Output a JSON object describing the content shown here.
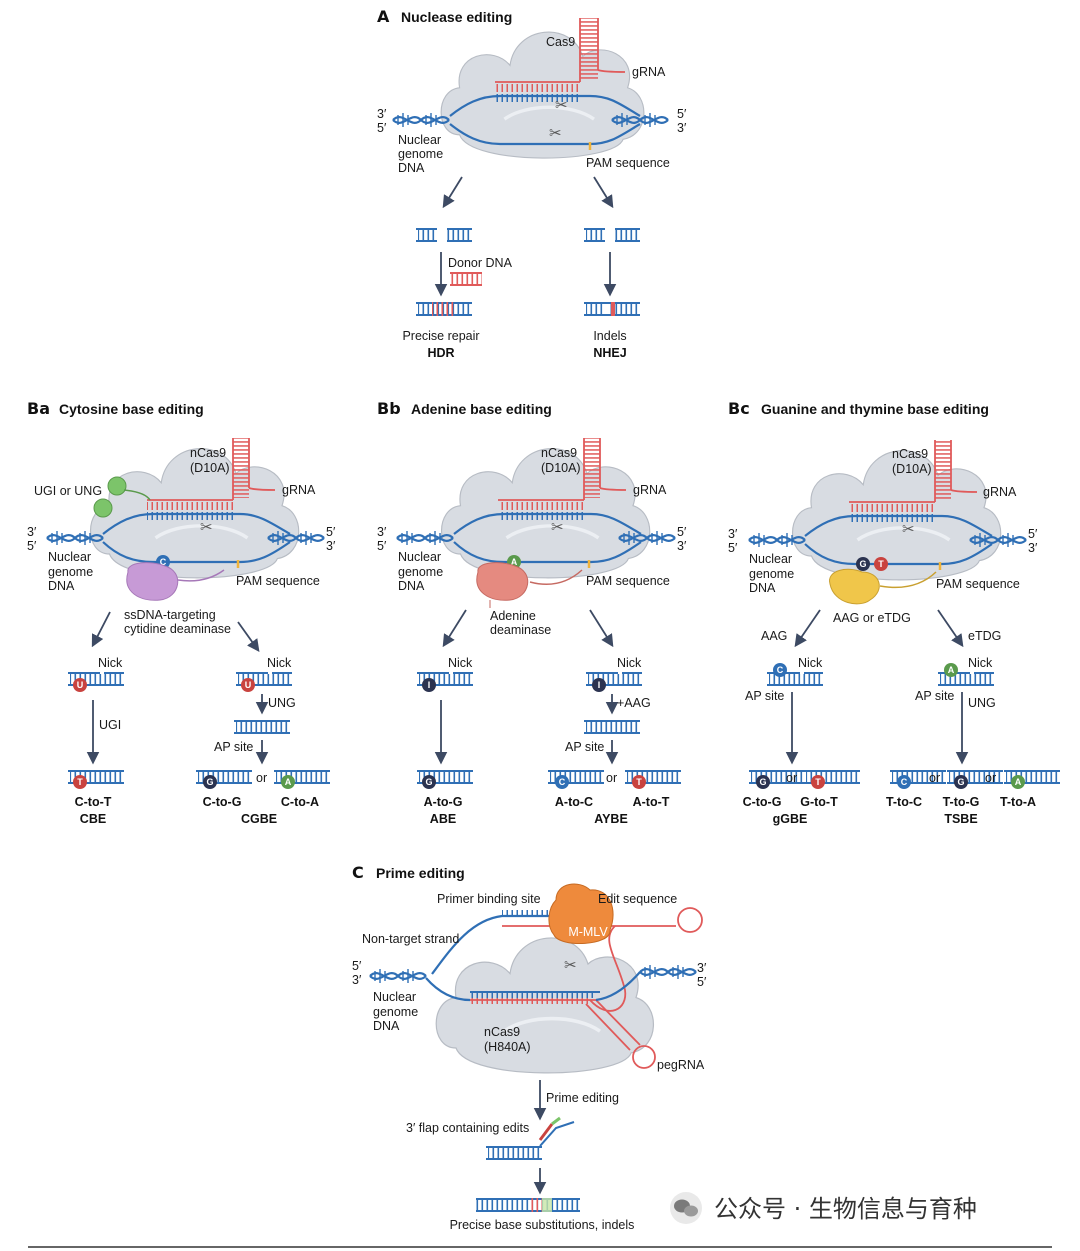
{
  "panel_a": {
    "letter": "A",
    "title": "Nuclease editing",
    "cas": "Cas9",
    "grna": "gRNA",
    "left_3": "3′",
    "left_5": "5′",
    "right_5": "5′",
    "right_3": "3′",
    "genome": [
      "Nuclear",
      "genome",
      "DNA"
    ],
    "pam": "PAM sequence",
    "donor": "Donor DNA",
    "left_out": "Precise repair",
    "left_out_b": "HDR",
    "right_out": "Indels",
    "right_out_b": "NHEJ"
  },
  "panel_ba": {
    "letter": "Ba",
    "title": "Cytosine base editing",
    "cas": [
      "nCas9",
      "(D10A)"
    ],
    "grna": "gRNA",
    "ugi_ung": "UGI or UNG",
    "left_3": "3′",
    "left_5": "5′",
    "right_5": "5′",
    "right_3": "3′",
    "genome": [
      "Nuclear",
      "genome",
      "DNA"
    ],
    "pam": "PAM sequence",
    "enzyme": [
      "ssDNA-targeting",
      "cytidine deaminase"
    ],
    "nick": "Nick",
    "ugi": "UGI",
    "ung": "UNG",
    "ap": "AP site",
    "or": "or",
    "base_in": "C",
    "base_u": "U",
    "base_t": "T",
    "base_g": "G",
    "base_a": "A",
    "out1": "C-to-T",
    "out1_b": "CBE",
    "out2": "C-to-G",
    "out3": "C-to-A",
    "out23_b": "CGBE"
  },
  "panel_bb": {
    "letter": "Bb",
    "title": "Adenine base editing",
    "cas": [
      "nCas9",
      "(D10A)"
    ],
    "grna": "gRNA",
    "left_3": "3′",
    "left_5": "5′",
    "right_5": "5′",
    "right_3": "3′",
    "genome": [
      "Nuclear",
      "genome",
      "DNA"
    ],
    "pam": "PAM sequence",
    "enzyme": [
      "Adenine",
      "deaminase"
    ],
    "nick": "Nick",
    "aag": "+AAG",
    "ap": "AP site",
    "or": "or",
    "base_in": "A",
    "base_i": "I",
    "base_g": "G",
    "base_c": "C",
    "base_t": "T",
    "out1": "A-to-G",
    "out1_b": "ABE",
    "out2": "A-to-C",
    "out3": "A-to-T",
    "out23_b": "AYBE"
  },
  "panel_bc": {
    "letter": "Bc",
    "title": "Guanine and thymine base editing",
    "cas": [
      "nCas9",
      "(D10A)"
    ],
    "grna": "gRNA",
    "left_3": "3′",
    "left_5": "5′",
    "right_5": "5′",
    "right_3": "3′",
    "genome": [
      "Nuclear",
      "genome",
      "DNA"
    ],
    "pam": "PAM sequence",
    "enzyme": "AAG or eTDG",
    "aag": "AAG",
    "etdg": "eTDG",
    "nick": "Nick",
    "ap": "AP site",
    "ung": "UNG",
    "or": "or",
    "base_g": "G",
    "base_t": "T",
    "base_c": "C",
    "base_a": "A",
    "out1": "C-to-G",
    "out2": "G-to-T",
    "out12_b": "gGBE",
    "out3": "T-to-C",
    "out4": "T-to-G",
    "out5": "T-to-A",
    "out345_b": "TSBE"
  },
  "panel_c": {
    "letter": "C",
    "title": "Prime editing",
    "pbs": "Primer binding site",
    "edit": "Edit sequence",
    "rt": "M-MLV",
    "nts": "Non-target strand",
    "left_5": "5′",
    "left_3": "3′",
    "right_3": "3′",
    "right_5": "5′",
    "genome": [
      "Nuclear",
      "genome",
      "DNA"
    ],
    "cas": [
      "nCas9",
      "(H840A)"
    ],
    "pegrna": "pegRNA",
    "step": "Prime editing",
    "flap": "3′ flap containing edits",
    "result": "Precise base substitutions, indels"
  },
  "watermark": "公众号 · 生物信息与育种",
  "colors": {
    "dna": "#2f6fb5",
    "rna": "#e05a5a",
    "cas": "#d5d9df",
    "ugi": "#7cc46a",
    "cda": "#c79ad6",
    "ada": "#e58a80",
    "glyco": "#f0c64a",
    "rt": "#ee8a3c"
  }
}
